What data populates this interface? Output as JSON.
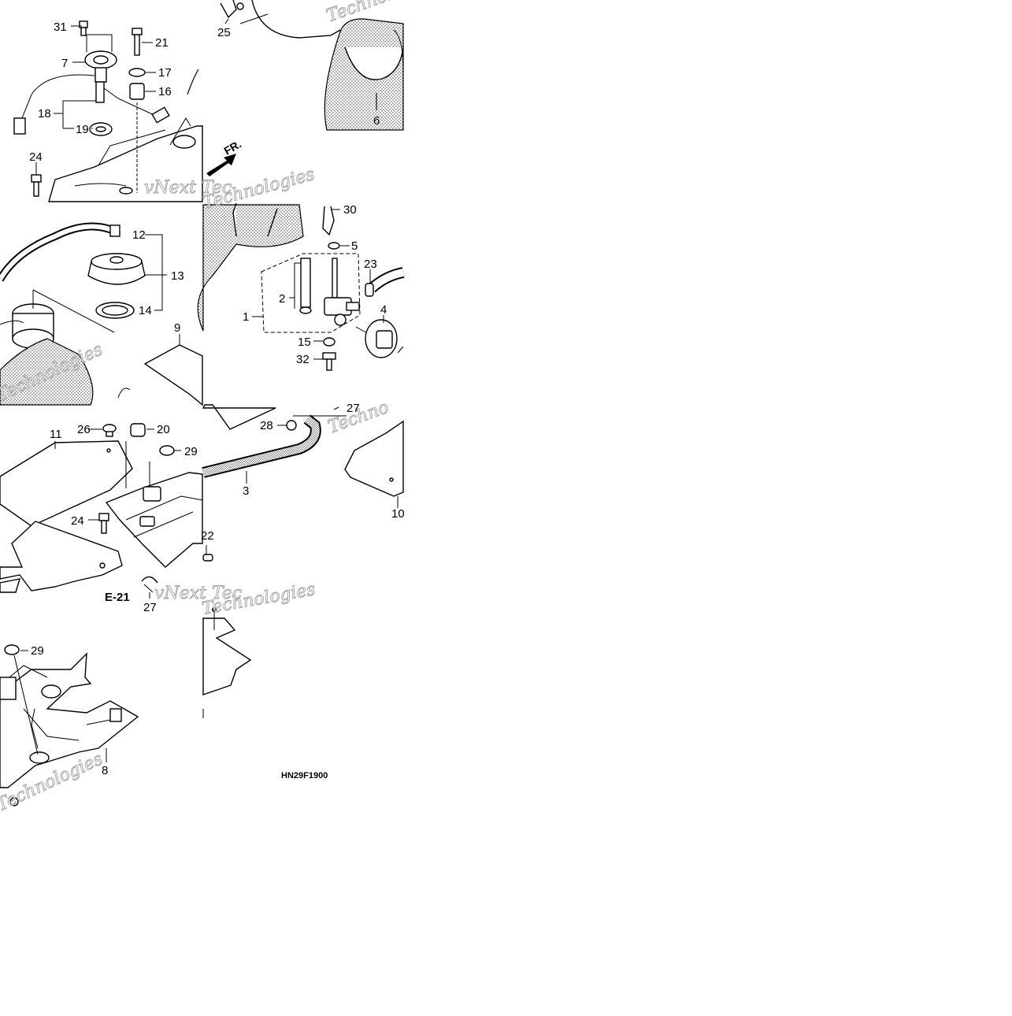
{
  "diagram_code": "HN29F1900",
  "ref_page": "E-21",
  "front_label": "FR.",
  "watermarks": [
    "Technologies",
    "vNext Tec",
    "Techno",
    "Technologies",
    "vNext Tec",
    "Technologies",
    "Technologies",
    "Techno",
    "Technologies"
  ],
  "callouts": [
    {
      "id": "c31",
      "label": "31"
    },
    {
      "id": "c21",
      "label": "21"
    },
    {
      "id": "c7",
      "label": "7"
    },
    {
      "id": "c17",
      "label": "17"
    },
    {
      "id": "c16",
      "label": "16"
    },
    {
      "id": "c18",
      "label": "18"
    },
    {
      "id": "c19",
      "label": "19"
    },
    {
      "id": "c24a",
      "label": "24"
    },
    {
      "id": "c25",
      "label": "25"
    },
    {
      "id": "c6",
      "label": "6"
    },
    {
      "id": "c12",
      "label": "12"
    },
    {
      "id": "c13",
      "label": "13"
    },
    {
      "id": "c14",
      "label": "14"
    },
    {
      "id": "c9",
      "label": "9"
    },
    {
      "id": "c30",
      "label": "30"
    },
    {
      "id": "c5",
      "label": "5"
    },
    {
      "id": "c23",
      "label": "23"
    },
    {
      "id": "c2",
      "label": "2"
    },
    {
      "id": "c1",
      "label": "1"
    },
    {
      "id": "c4",
      "label": "4"
    },
    {
      "id": "c15",
      "label": "15"
    },
    {
      "id": "c32",
      "label": "32"
    },
    {
      "id": "c11",
      "label": "11"
    },
    {
      "id": "c26",
      "label": "26"
    },
    {
      "id": "c20",
      "label": "20"
    },
    {
      "id": "c29a",
      "label": "29"
    },
    {
      "id": "c24b",
      "label": "24"
    },
    {
      "id": "c22",
      "label": "22"
    },
    {
      "id": "c27a",
      "label": "27"
    },
    {
      "id": "c28",
      "label": "28"
    },
    {
      "id": "c3",
      "label": "3"
    },
    {
      "id": "c10",
      "label": "10"
    },
    {
      "id": "c27b",
      "label": "27"
    },
    {
      "id": "c29b",
      "label": "29"
    },
    {
      "id": "c8",
      "label": "8"
    }
  ]
}
